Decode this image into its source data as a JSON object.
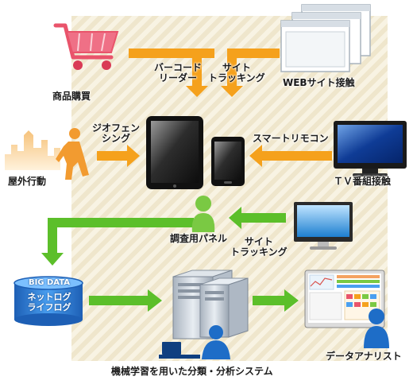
{
  "labels": {
    "product_purchase": "商品購買",
    "barcode_reader": [
      "バーコード",
      "リーダー"
    ],
    "site_tracking_top": [
      "サイト",
      "トラッキング"
    ],
    "web_site_contact": "WEBサイト接触",
    "geofencing": [
      "ジオフェン",
      "シング"
    ],
    "smart_remote": "スマートリモコン",
    "outdoor_activity": "屋外行動",
    "tv_program_contact": "ＴＶ番組接触",
    "research_panel": "調査用パネル",
    "site_tracking_mid": [
      "サイト",
      "トラッキング"
    ],
    "big_data_title": "BIG DATA",
    "big_data_lines": [
      "ネットログ",
      "ライフログ"
    ],
    "ml_system": "機械学習を用いた分類・分析システム",
    "data_analyst": "データアナリスト"
  },
  "colors": {
    "orange_arrow": "#f5a11c",
    "green_arrow": "#5cbf2a",
    "cart_pink": "#e9546b",
    "person_orange": "#f29b30",
    "panel_green": "#7ac943",
    "user_blue": "#1e6dc7",
    "db_blue": "#2f7fd8",
    "background_stripe": "#efe6cc"
  },
  "icons": [
    "shopping-cart-icon",
    "browser-windows-icon",
    "tablet-icon",
    "smartphone-icon",
    "tv-icon",
    "walking-person-icon",
    "city-skyline-icon",
    "panel-person-icon",
    "monitor-icon",
    "database-icon",
    "server-icon",
    "computer-user-icon",
    "analytics-screen-icon",
    "analyst-icon"
  ]
}
